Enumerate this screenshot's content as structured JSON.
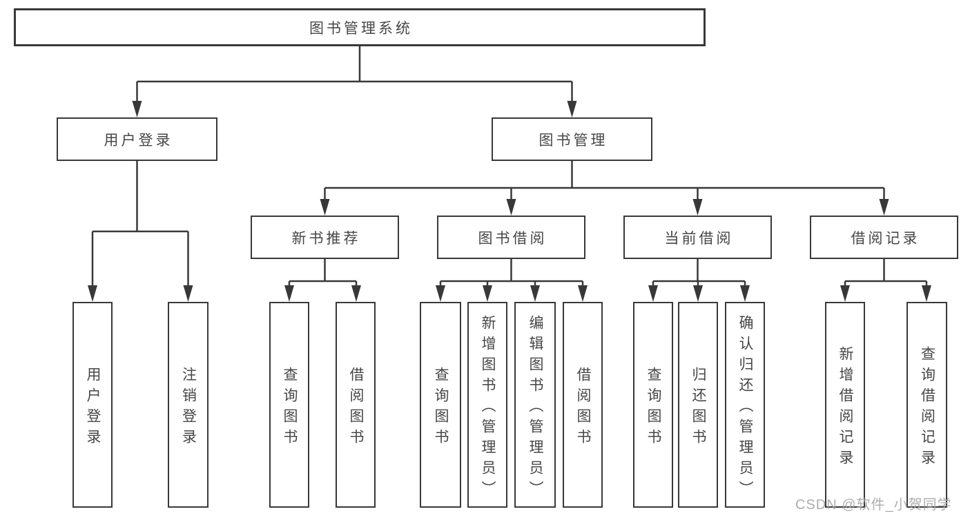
{
  "diagram": {
    "root": "图书管理系统",
    "level2": {
      "user_login": "用户登录",
      "book_management": "图书管理"
    },
    "level3": {
      "new_book_recommend": "新书推荐",
      "book_borrow": "图书借阅",
      "current_borrow": "当前借阅",
      "borrow_record": "借阅记录"
    },
    "leaves": {
      "user_login": "用户登录",
      "logout": "注销登录",
      "nb_query_books": "查询图书",
      "nb_borrow_books": "借阅图书",
      "bb_query_books": "查询图书",
      "bb_add_books_admin": "新增图书（管理员）",
      "bb_edit_books_admin": "编辑图书（管理员）",
      "bb_borrow_books": "借阅图书",
      "cb_query_books": "查询图书",
      "cb_return_books": "归还图书",
      "cb_confirm_return_admin": "确认归还（管理员）",
      "br_add_record": "新增借阅记录",
      "br_query_record": "查询借阅记录"
    },
    "watermark": "CSDN @软件_小贺同学",
    "colors": {
      "line": "#383838",
      "text": "#464646",
      "watermark": "#a2a2a2",
      "background": "#ffffff"
    }
  }
}
